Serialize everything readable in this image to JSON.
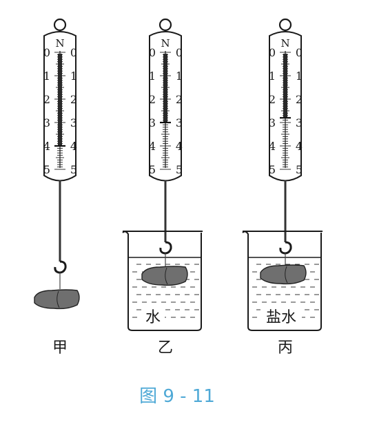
{
  "unit": "N",
  "scale_numbers": [
    "0",
    "1",
    "2",
    "3",
    "4",
    "5"
  ],
  "setups": [
    {
      "id": "jia",
      "label": "甲",
      "reading": 4.0,
      "liquid": ""
    },
    {
      "id": "yi",
      "label": "乙",
      "reading": 3.0,
      "liquid": "水"
    },
    {
      "id": "bing",
      "label": "丙",
      "reading": 2.8,
      "liquid": "盐水"
    }
  ],
  "caption": "图 9 - 11",
  "colors": {
    "ink": "#1a1a1a",
    "caption": "#4fa9d6",
    "rock": "#6f6f6f",
    "indicator": "#2a2a2a"
  }
}
